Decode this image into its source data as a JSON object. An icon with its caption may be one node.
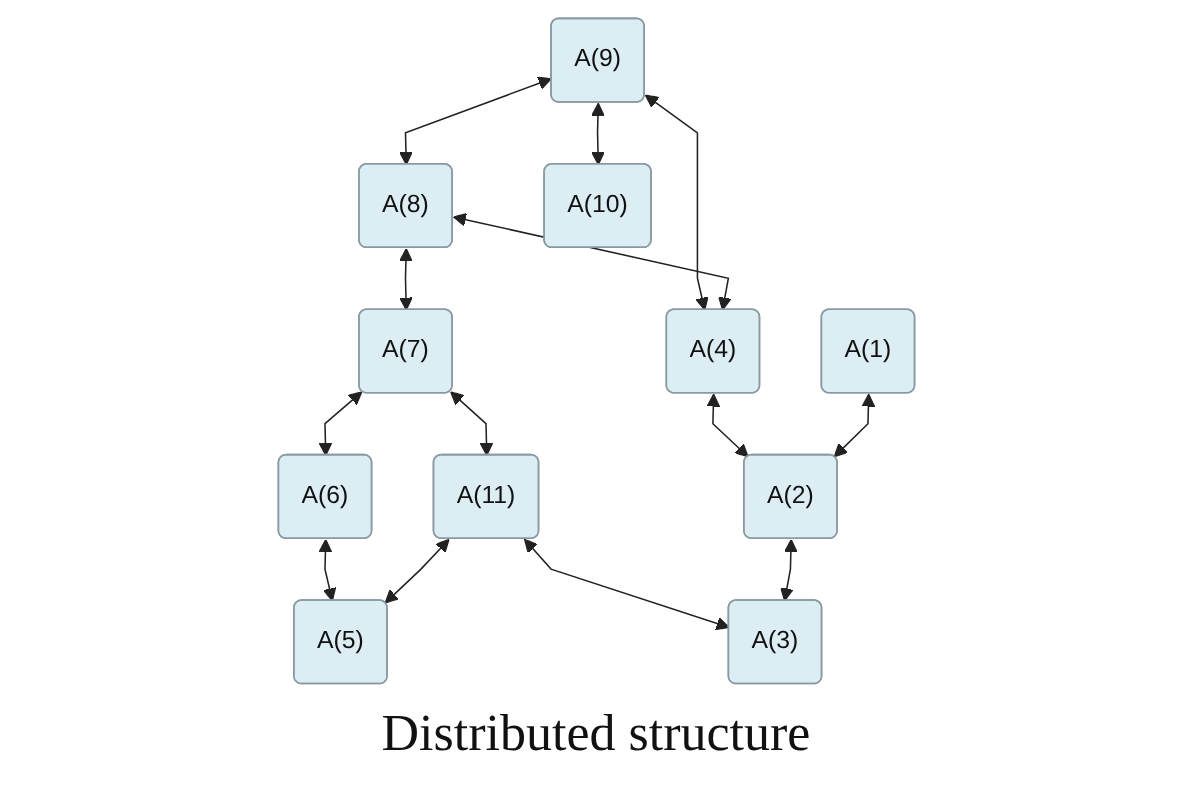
{
  "diagram": {
    "caption": "Distributed structure",
    "nodes": [
      {
        "text": [
          "A(9)"
        ]
      },
      {
        "text": [
          "A(8)"
        ]
      },
      {
        "text": [
          "A(7)"
        ]
      },
      {
        "text": [
          "A(10)"
        ]
      },
      {
        "text": [
          "A(4)"
        ]
      },
      {
        "text": [
          "A(11)"
        ]
      },
      {
        "text": [
          "A(6)"
        ]
      },
      {
        "text": [
          "A(1)"
        ]
      },
      {
        "text": [
          "A(5)"
        ]
      },
      {
        "text": [
          "A(2)"
        ]
      },
      {
        "text": [
          "A(3)"
        ]
      }
    ],
    "edges": [
      {
        "from": 0,
        "to": 1,
        "arrow": "both"
      },
      {
        "from": 1,
        "to": 2,
        "arrow": "both"
      },
      {
        "from": 0,
        "to": 3,
        "arrow": "both"
      },
      {
        "from": 0,
        "to": 4,
        "arrow": "both"
      },
      {
        "from": 1,
        "to": 4,
        "arrow": "both"
      },
      {
        "from": 2,
        "to": 5,
        "arrow": "both"
      },
      {
        "from": 2,
        "to": 6,
        "arrow": "both"
      },
      {
        "from": 6,
        "to": 8,
        "arrow": "both"
      },
      {
        "from": 5,
        "to": 8,
        "arrow": "both"
      },
      {
        "from": 5,
        "to": 10,
        "arrow": "both"
      },
      {
        "from": 4,
        "to": 9,
        "arrow": "both"
      },
      {
        "from": 7,
        "to": 9,
        "arrow": "both"
      },
      {
        "from": 9,
        "to": 10,
        "arrow": "both"
      }
    ]
  }
}
